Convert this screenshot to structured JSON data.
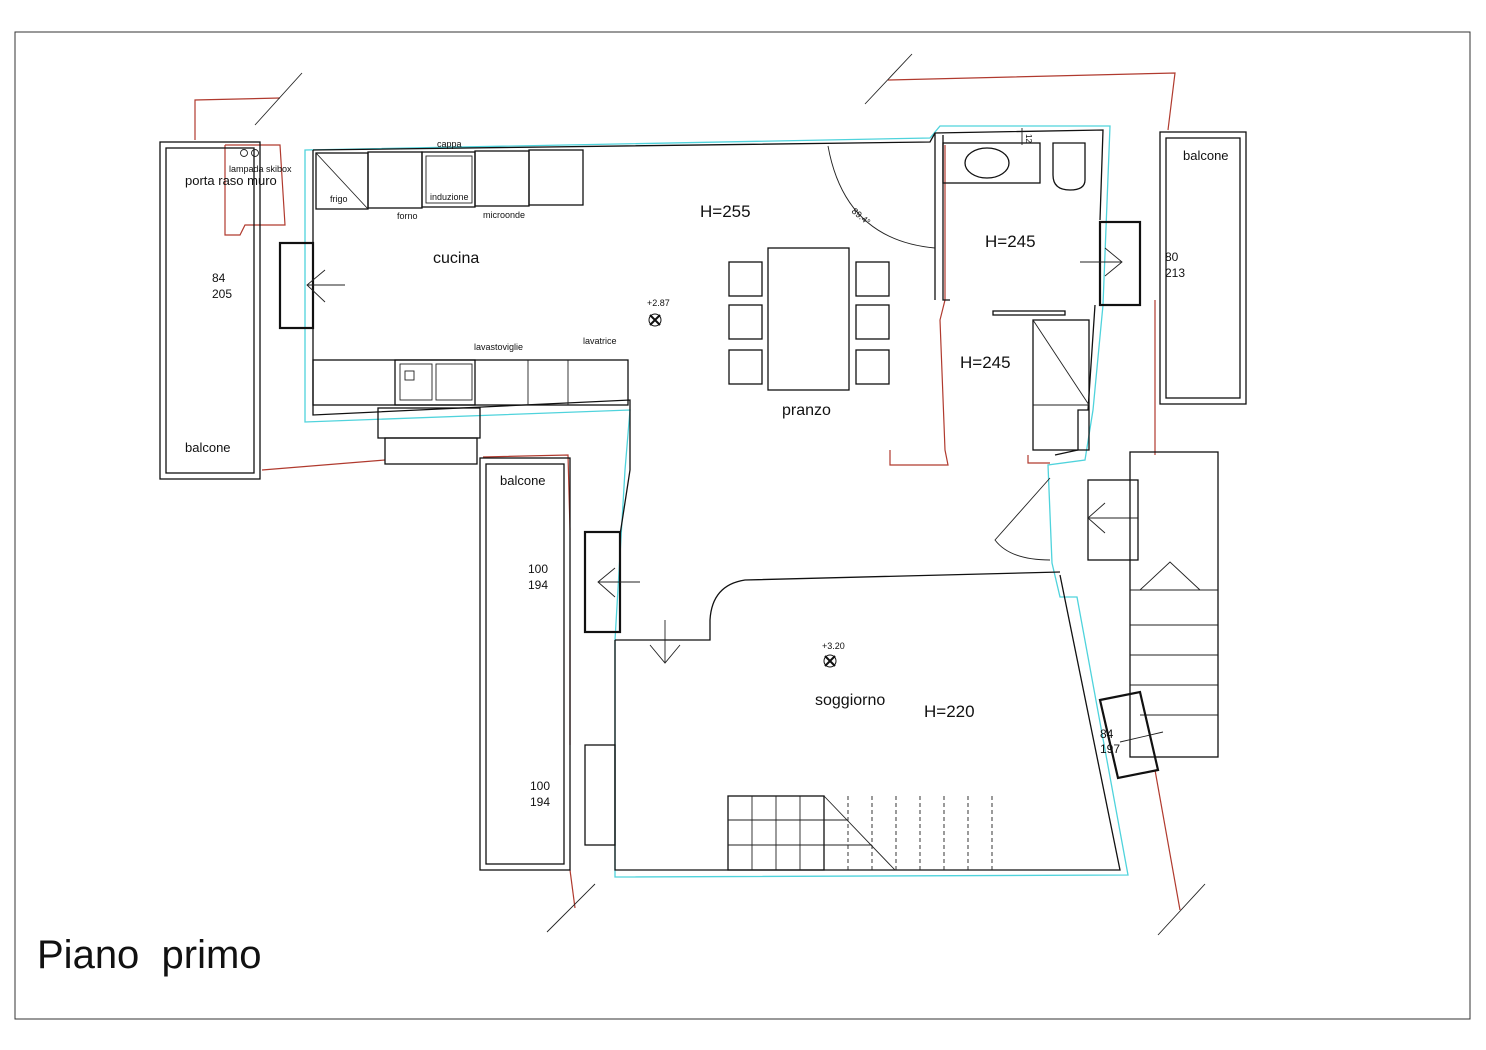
{
  "title": "Piano  primo",
  "rooms": {
    "cucina": "cucina",
    "pranzo": "pranzo",
    "soggiorno": "soggiorno",
    "balcone_left": "balcone",
    "balcone_mid": "balcone",
    "balcone_right": "balcone"
  },
  "heights": {
    "main": "H=255",
    "bath": "H=245",
    "hall": "H=245",
    "living": "H=220"
  },
  "levels": {
    "kitchen": "+2.87",
    "living": "+3.20"
  },
  "fixtures": {
    "cappa": "cappa",
    "frigo": "frigo",
    "forno": "forno",
    "induzione": "induzione",
    "microonde": "microonde",
    "lavastoviglie": "lavastoviglie",
    "lavatrice": "lavatrice",
    "lampada": "lampada skibox",
    "porta": "porta raso muro"
  },
  "openings": [
    {
      "w": "84",
      "h": "205"
    },
    {
      "w": "80",
      "h": "213"
    },
    {
      "w": "100",
      "h": "194"
    },
    {
      "w": "100",
      "h": "194"
    },
    {
      "w": "84",
      "h": "197"
    }
  ],
  "dimensions": {
    "angle": "89.4°",
    "wall": "12"
  },
  "colors": {
    "walls": "#111111",
    "boundary": "#b03a2e",
    "outline": "#4fd3dc"
  }
}
